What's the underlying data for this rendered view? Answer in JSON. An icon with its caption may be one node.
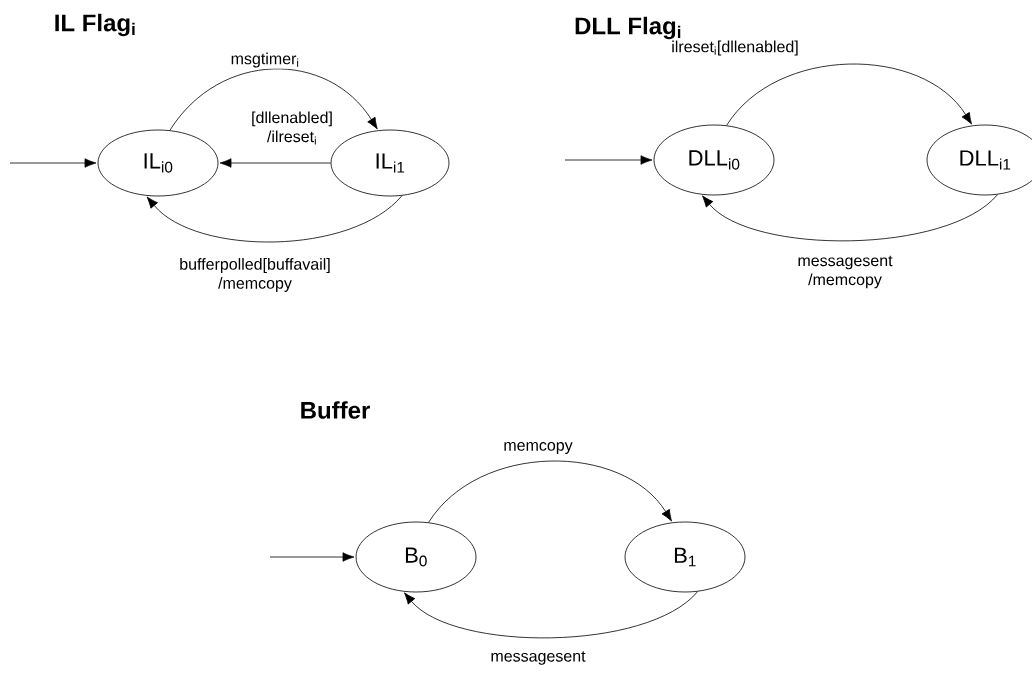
{
  "diagram": {
    "nodes": [
      {
        "text": [
          "IL$_{i0}$"
        ]
      },
      {
        "text": [
          "IL$_{i1}$"
        ]
      },
      {
        "text": [
          "DLL$_{i0}$"
        ]
      },
      {
        "text": [
          "DLL$_{i1}$"
        ]
      },
      {
        "text": [
          "B$_{0}$"
        ]
      },
      {
        "text": [
          "B$_{1}$"
        ]
      }
    ],
    "edges": [
      {
        "from": null,
        "to": 0,
        "arrow": "to"
      },
      {
        "from": 0,
        "to": 1,
        "arrow": "to",
        "label": "msgtimer$_{i}$"
      },
      {
        "from": 1,
        "to": 0,
        "arrow": "to",
        "label": "[dllenabled] /ilreset$_{i}$"
      },
      {
        "from": 1,
        "to": 0,
        "arrow": "to",
        "label": "bufferpolled[buffavail] /memcopy"
      },
      {
        "from": null,
        "to": 2,
        "arrow": "to"
      },
      {
        "from": 2,
        "to": 3,
        "arrow": "to",
        "label": "ilreset$_{i}$[dllenabled]"
      },
      {
        "from": 3,
        "to": 2,
        "arrow": "to",
        "label": "messagesent /memcopy"
      },
      {
        "from": null,
        "to": 4,
        "arrow": "to"
      },
      {
        "from": 4,
        "to": 5,
        "arrow": "to",
        "label": "memcopy"
      },
      {
        "from": 5,
        "to": 4,
        "arrow": "to",
        "label": "messagesent"
      }
    ],
    "labels": [
      "IL Flag$_{i}$",
      "DLL Flag$_{i}$",
      "Buffer"
    ]
  }
}
